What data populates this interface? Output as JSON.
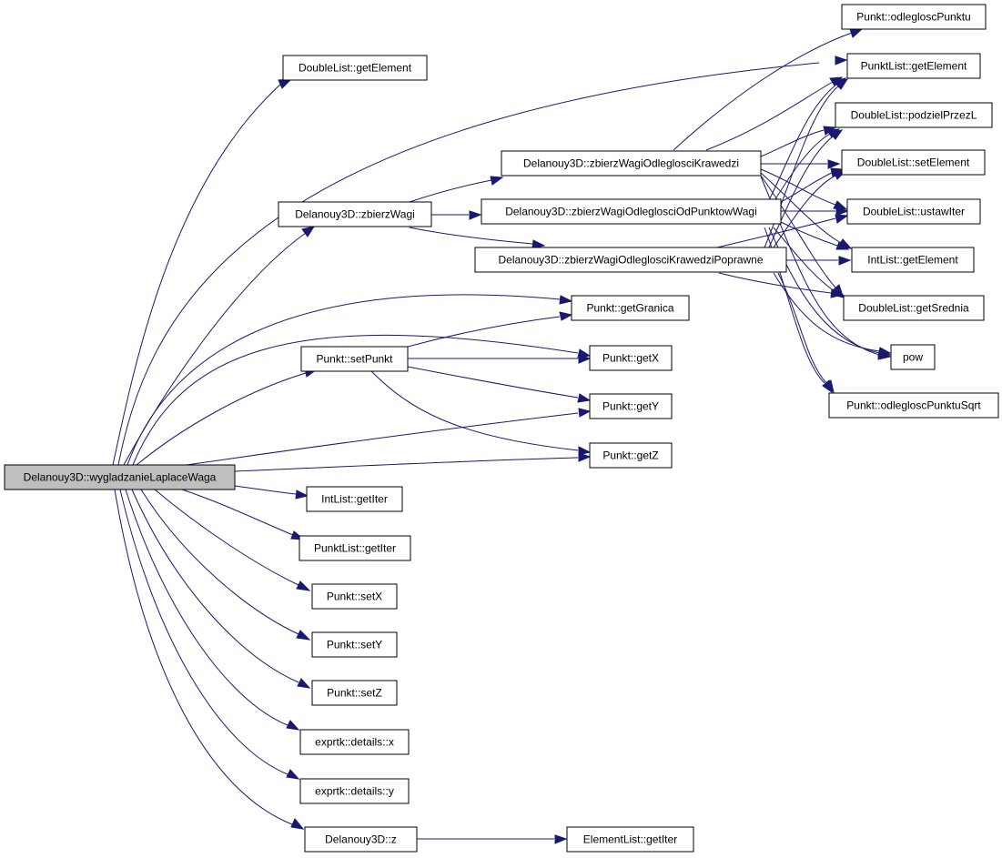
{
  "colors": {
    "edge": "#191970",
    "root_fill": "#bfbfbf",
    "node_fill": "#ffffff",
    "node_stroke": "#000000"
  },
  "nodes": {
    "root": "Delanouy3D::wygladzanieLaplaceWaga",
    "doublelist_getelement": "DoubleList::getElement",
    "zbierzwagi": "Delanouy3D::zbierzWagi",
    "punkt_setpunkt": "Punkt::setPunkt",
    "intlist_getiter": "IntList::getIter",
    "punktlist_getiter": "PunktList::getIter",
    "punkt_setx": "Punkt::setX",
    "punkt_sety": "Punkt::setY",
    "punkt_setz": "Punkt::setZ",
    "exprtk_x": "exprtk::details::x",
    "exprtk_y": "exprtk::details::y",
    "delanouy_z": "Delanouy3D::z",
    "wagi_krawedzi": "Delanouy3D::zbierzWagiOdleglosciKrawedzi",
    "wagi_odpunktow": "Delanouy3D::zbierzWagiOdleglosciOdPunktowWagi",
    "wagi_poprawne": "Delanouy3D::zbierzWagiOdleglosciKrawedziPoprawne",
    "punkt_getgranica": "Punkt::getGranica",
    "punkt_getx": "Punkt::getX",
    "punkt_gety": "Punkt::getY",
    "punkt_getz": "Punkt::getZ",
    "elementlist_getiter": "ElementList::getIter",
    "punkt_odlegloscpunktu": "Punkt::odlegloscPunktu",
    "punktlist_getelement": "PunktList::getElement",
    "doublelist_podzielprzezl": "DoubleList::podzielPrzezL",
    "doublelist_setelement": "DoubleList::setElement",
    "doublelist_ustawiter": "DoubleList::ustawIter",
    "intlist_getelement": "IntList::getElement",
    "doublelist_getsrednia": "DoubleList::getSrednia",
    "pow": "pow",
    "punkt_odlegloscpunktusqrt": "Punkt::odlegloscPunktuSqrt"
  }
}
